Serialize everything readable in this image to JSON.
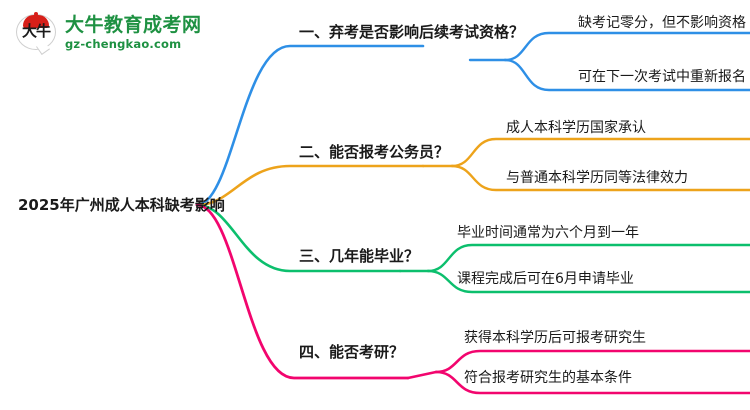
{
  "logo": {
    "mark_text": "大牛",
    "title": "大牛教育成考网",
    "subtitle": "gz-chengkao.com",
    "brand_color": "#1e9142",
    "cap_color": "#d71f19"
  },
  "mindmap": {
    "root": {
      "label": "2025年广州成人本科缺考影响"
    },
    "branches": [
      {
        "label": "一、弃考是否影响后续考试资格？",
        "color": "#2e8fe6",
        "leaves": [
          {
            "label": "缺考记零分，但不影响资格"
          },
          {
            "label": "可在下一次考试中重新报名"
          }
        ]
      },
      {
        "label": "二、能否报考公务员？",
        "color": "#eda31b",
        "leaves": [
          {
            "label": "成人本科学历国家承认"
          },
          {
            "label": "与普通本科学历同等法律效力"
          }
        ]
      },
      {
        "label": "三、几年能毕业？",
        "color": "#0cbf6d",
        "leaves": [
          {
            "label": "毕业时间通常为六个月到一年"
          },
          {
            "label": "课程完成后可在6月申请毕业"
          }
        ]
      },
      {
        "label": "四、能否考研？",
        "color": "#f2056e",
        "leaves": [
          {
            "label": "获得本科学历后可报考研究生"
          },
          {
            "label": "符合报考研究生的基本条件"
          }
        ]
      }
    ]
  }
}
